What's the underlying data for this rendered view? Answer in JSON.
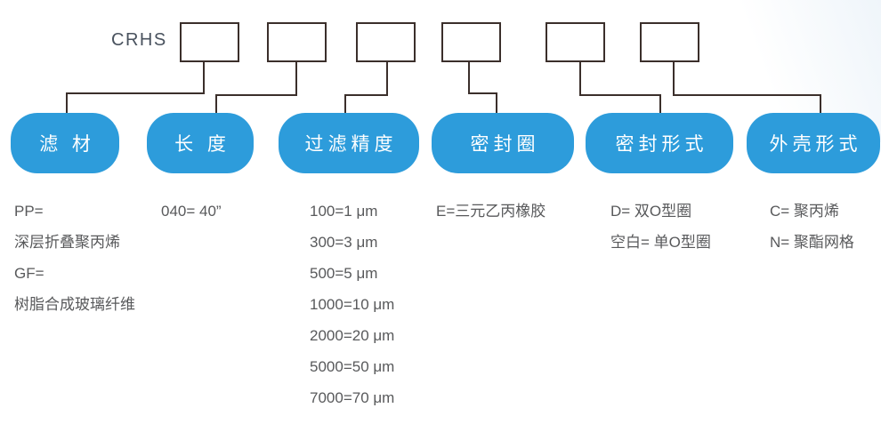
{
  "product_code": {
    "prefix": "CRHS",
    "box_count": 6
  },
  "colors": {
    "pill_blue": "#2d9cdb",
    "line_dark": "#3b2f2b",
    "option_text_gray": "#58595b",
    "prefix_text": "#49525e"
  },
  "diagram": {
    "columns": [
      {
        "pill": "滤 材",
        "options": [
          "PP=",
          "深层折叠聚丙烯",
          "GF=",
          "树脂合成玻璃纤维"
        ]
      },
      {
        "pill": "长 度",
        "options": [
          "040= 40”"
        ]
      },
      {
        "pill": "过滤精度",
        "options": [
          "100=1 μm",
          "300=3 μm",
          "500=5 μm",
          "1000=10 μm",
          "2000=20 μm",
          "5000=50 μm",
          "7000=70 μm"
        ]
      },
      {
        "pill": "密封圈",
        "options": [
          "E=三元乙丙橡胶"
        ]
      },
      {
        "pill": "密封形式",
        "options": [
          "D= 双O型圈",
          "空白= 单O型圈"
        ]
      },
      {
        "pill": "外壳形式",
        "options": [
          "C= 聚丙烯",
          "N= 聚酯网格"
        ]
      }
    ]
  }
}
